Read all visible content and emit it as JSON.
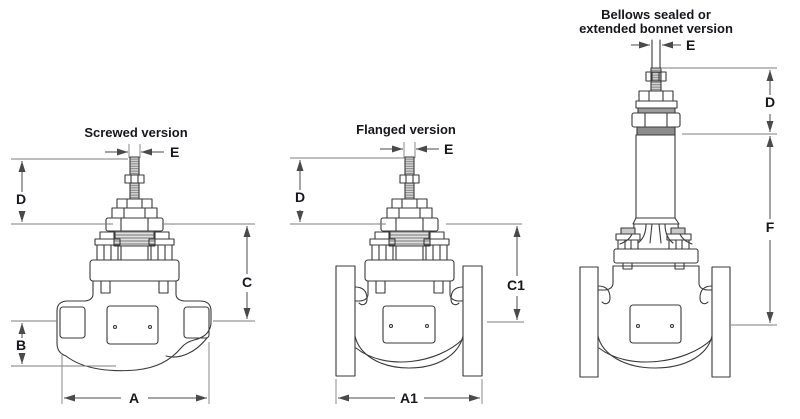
{
  "diagram": {
    "type": "valve-dimensional-drawing",
    "background": "#ffffff",
    "views": [
      {
        "id": "screwed",
        "title": "Screwed version",
        "dimension_labels": [
          "E",
          "D",
          "C",
          "B",
          "A"
        ]
      },
      {
        "id": "flanged",
        "title": "Flanged version",
        "dimension_labels": [
          "E",
          "D",
          "C1",
          "A1"
        ]
      },
      {
        "id": "bellows",
        "title_line1": "Bellows sealed or",
        "title_line2": "extended bonnet version",
        "dimension_labels": [
          "E",
          "D",
          "F"
        ]
      }
    ],
    "labels": {
      "A": "A",
      "A1": "A1",
      "B": "B",
      "C": "C",
      "C1": "C1",
      "D": "D",
      "E": "E",
      "F": "F"
    },
    "colors": {
      "line": "#3a3a3a",
      "dim": "#4a4a4a",
      "ext": "#7e7e7e",
      "text": "#15171c",
      "shade": "#d8d8d8",
      "shade_dark": "#8c8c8c"
    }
  }
}
